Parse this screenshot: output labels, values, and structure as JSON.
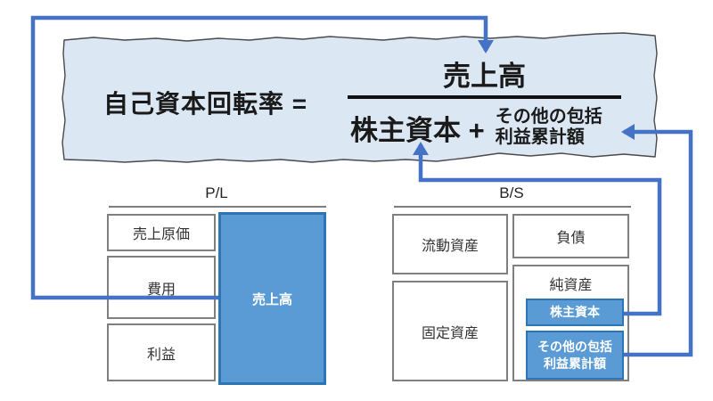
{
  "formula": {
    "title": "自己資本回転率 =",
    "numerator": "売上高",
    "denominator_main": "株主資本 +",
    "denominator_note_line1": "その他の包括",
    "denominator_note_line2": "利益累計額"
  },
  "pl": {
    "title": "P/L",
    "boxes": {
      "cost_of_sales": "売上原価",
      "expenses": "費用",
      "profit": "利益",
      "sales": "売上高"
    }
  },
  "bs": {
    "title": "B/S",
    "boxes": {
      "current_assets": "流動資産",
      "fixed_assets": "固定資産",
      "liabilities": "負債",
      "net_assets": "純資産",
      "shareholders_equity": "株主資本",
      "oci_line1": "その他の包括",
      "oci_line2": "利益累計額"
    }
  },
  "colors": {
    "highlight_fill": "#5b9bd5",
    "highlight_border": "#2e75b6",
    "arrow": "#4472c4",
    "banner_bg": "#dce7f4",
    "banner_edge": "#4a4a4a",
    "box_border": "#7f7f7f"
  }
}
